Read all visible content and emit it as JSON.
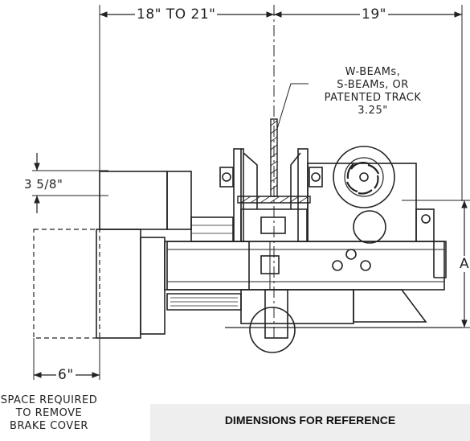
{
  "dimensions": {
    "top_left": "18\" TO 21\"",
    "top_right": "19\"",
    "flange": "3 5/8\"",
    "height": "A",
    "bottom": "6\""
  },
  "notes": {
    "beam_types": [
      "W-BEAMs,",
      "S-BEAMs, OR",
      "PATENTED TRACK",
      "3.25\""
    ],
    "brake_space": [
      "SPACE REQUIRED",
      "TO REMOVE",
      "BRAKE COVER"
    ]
  },
  "footer": {
    "title": "DIMENSIONS FOR REFERENCE"
  }
}
